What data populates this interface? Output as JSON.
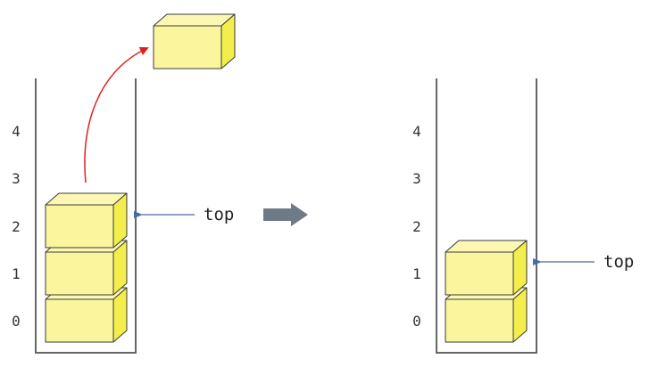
{
  "colors": {
    "box_front": "#fbf59e",
    "box_top": "#fcf8b4",
    "box_side": "#f4ee4c",
    "box_stroke": "#3a3a3a",
    "stack_wall": "#666666",
    "index_text": "#333333",
    "pointer_arrow": "#4a6aa8",
    "pop_arrow": "#e02020",
    "transition_arrow": "#6f7a87"
  },
  "before": {
    "indices": [
      "0",
      "1",
      "2",
      "3",
      "4"
    ],
    "top_label": "top",
    "items": [
      {
        "index": 0
      },
      {
        "index": 1
      },
      {
        "index": 2
      }
    ],
    "top_index": 2,
    "popped_item": {
      "from_index": 3
    }
  },
  "after": {
    "indices": [
      "0",
      "1",
      "2",
      "3",
      "4"
    ],
    "top_label": "top",
    "items": [
      {
        "index": 0
      },
      {
        "index": 1
      }
    ],
    "top_index": 1
  },
  "icons": {
    "transition": "right-arrow-icon",
    "pop": "curved-arrow-icon"
  }
}
